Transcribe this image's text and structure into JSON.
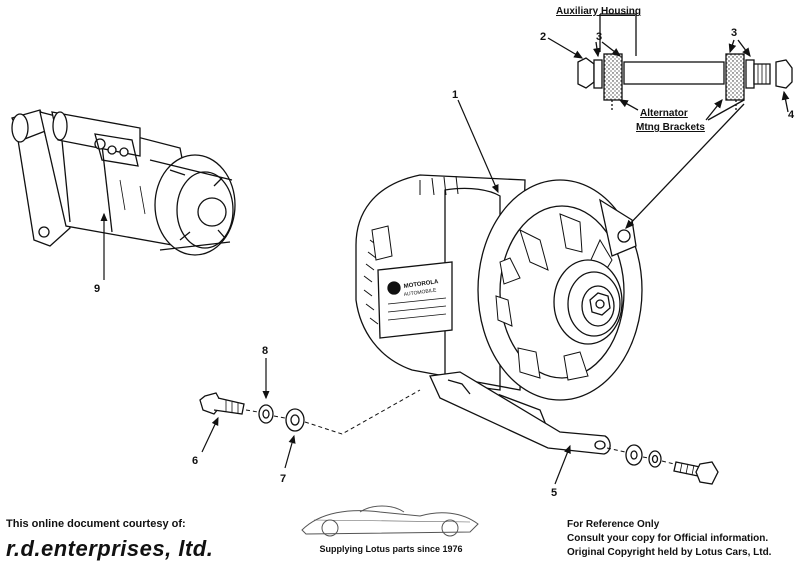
{
  "callouts": {
    "n1": "1",
    "n2": "2",
    "n3a": "3",
    "n3b": "3",
    "n4": "4",
    "n5": "5",
    "n6": "6",
    "n7": "7",
    "n8": "8",
    "n9": "9"
  },
  "inset": {
    "title": "Auxiliary Housing",
    "brackets_line1": "Alternator",
    "brackets_line2": "Mtng Brackets"
  },
  "nameplate": {
    "brand": "MOTOROLA",
    "sub": "AUTOMOBILE"
  },
  "footer": {
    "courtesy": "This online document courtesy of:",
    "company": "r.d.enterprises, ltd.",
    "slogan": "Supplying Lotus parts since 1976",
    "ref_line1": "For Reference Only",
    "ref_line2": "Consult your copy for Official information.",
    "ref_line3": "Original Copyright held by Lotus Cars, Ltd."
  }
}
